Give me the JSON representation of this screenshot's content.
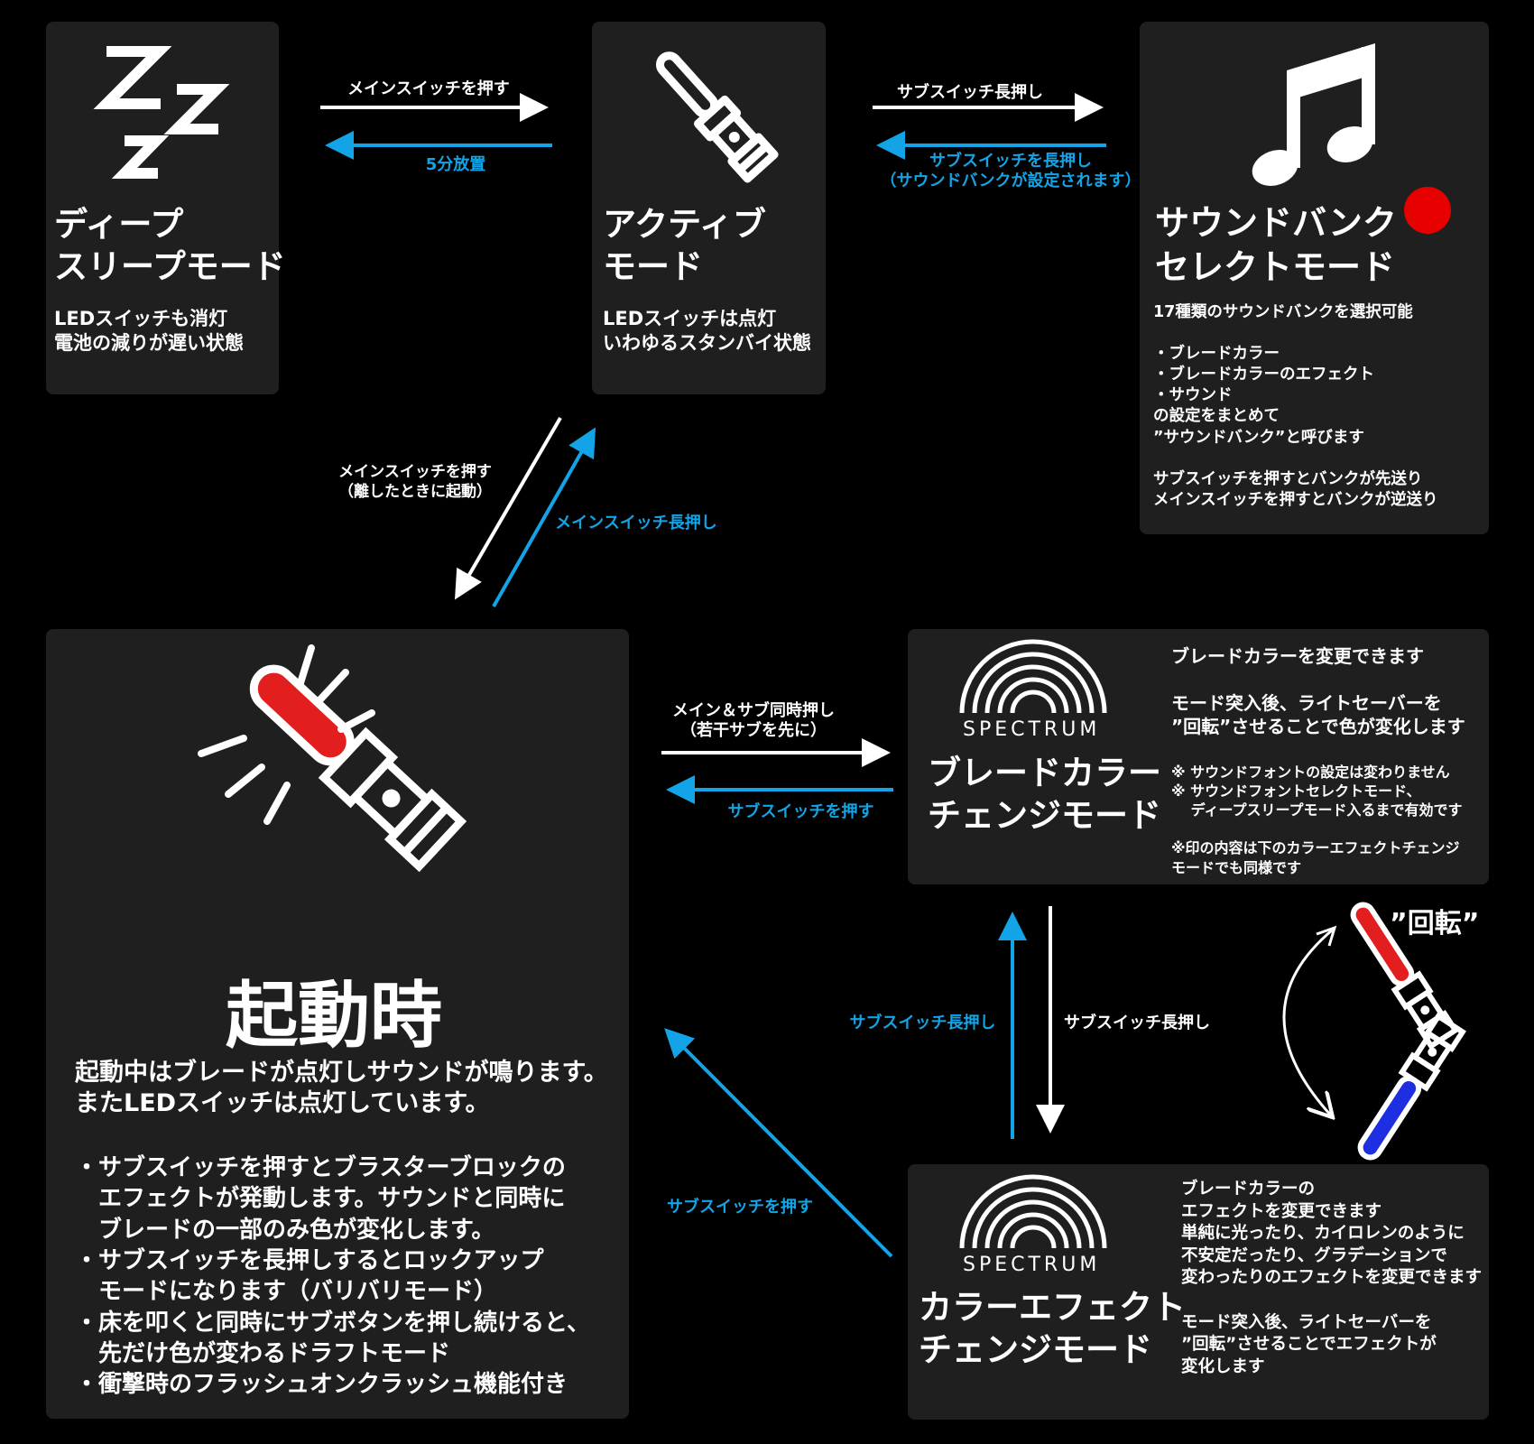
{
  "colors": {
    "background": "#000000",
    "panel": "#1f1f1f",
    "arrow_forward": "#ffffff",
    "arrow_back": "#12a4e6",
    "blade_red": "#e21e1e",
    "blade_blue": "#1e2fe2",
    "indicator": "#e60000"
  },
  "deep_sleep": {
    "icon": "sleep-zzz-icon",
    "title": "ディープ\nスリープモード",
    "desc": "LEDスイッチも消灯\n電池の減りが遅い状態"
  },
  "active": {
    "icon": "saber-hilt-icon",
    "title": "アクティブ\nモード",
    "desc": "LEDスイッチは点灯\nいわゆるスタンバイ状態"
  },
  "soundbank": {
    "icon": "music-note-icon",
    "title": "サウンドバンク\nセレクトモード",
    "desc": "17種類のサウンドバンクを選択可能\n\n・ブレードカラー\n・ブレードカラーのエフェクト\n・サウンド\nの設定をまとめて\n”サウンドバンク”と呼びます\n\nサブスイッチを押すとバンクが先送り\nメインスイッチを押すとバンクが逆送り"
  },
  "ignition": {
    "icon": "lit-saber-icon",
    "title": "起動時",
    "intro": "起動中はブレードが点灯しサウンドが鳴ります。\nまたLEDスイッチは点灯しています。",
    "bullets": "・サブスイッチを押すとブラスターブロックの\n　エフェクトが発動します。サウンドと同時に\n　ブレードの一部のみ色が変化します。\n・サブスイッチを長押しするとロックアップ\n　モードになります（バリバリモード）\n・床を叩くと同時にサブボタンを押し続けると、\n　先だけ色が変わるドラフトモード\n・衝撃時のフラッシュオンクラッシュ機能付き"
  },
  "blade_color": {
    "icon": "spectrum-icon",
    "logo_text": "SPECTRUM",
    "title": "ブレードカラー\nチェンジモード",
    "desc_main": "ブレードカラーを変更できます\n\nモード突入後、ライトセーバーを\n”回転”させることで色が変化します",
    "notes": "※ サウンドフォントの設定は変わりません\n※ サウンドフォントセレクトモード、\n　 ディープスリープモード入るまで有効です\n\n※印の内容は下のカラーエフェクトチェンジ\nモードでも同様です"
  },
  "color_effect": {
    "icon": "spectrum-icon",
    "logo_text": "SPECTRUM",
    "title": "カラーエフェクト\nチェンジモード",
    "desc": "ブレードカラーの\nエフェクトを変更できます\n単純に光ったり、カイロレンのように\n不安定だったり、グラデーションで\n変わったりのエフェクトを変更できます\n\nモード突入後、ライトセーバーを\n”回転”させることでエフェクトが\n変化します"
  },
  "rotate": {
    "icon": "rotate-saber-icon",
    "label": "”回転”"
  },
  "transitions": {
    "sleep_to_active": "メインスイッチを押す",
    "active_to_sleep": "5分放置",
    "active_to_sound": "サブスイッチ長押し",
    "sound_to_active": "サブスイッチを長押し\n（サウンドバンクが設定されます）",
    "active_to_ignite": "メインスイッチを押す\n（離したときに起動）",
    "ignite_to_active": "メインスイッチ長押し",
    "ignite_to_blade": "メイン＆サブ同時押し\n（若干サブを先に）",
    "blade_to_ignite": "サブスイッチを押す",
    "effect_to_blade": "サブスイッチ長押し",
    "blade_to_effect": "サブスイッチ長押し",
    "effect_to_ignite": "サブスイッチを押す"
  }
}
